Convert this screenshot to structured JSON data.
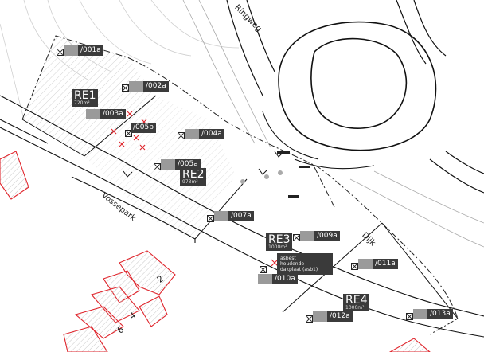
{
  "map": {
    "streets": {
      "vossepark": "Vossepark",
      "ringweg": "Ringweg",
      "dijk": "Dijk"
    },
    "zones": [
      {
        "id": "RE1",
        "name": "RE1",
        "area": "720m²"
      },
      {
        "id": "RE2",
        "name": "RE2",
        "area": "973m²"
      },
      {
        "id": "RE3",
        "name": "RE3",
        "area": "1000m²"
      },
      {
        "id": "RE4",
        "name": "RE4",
        "area": "1000m²"
      }
    ],
    "parcels": [
      {
        "id": "001a",
        "label": "/001a"
      },
      {
        "id": "002a",
        "label": "/002a"
      },
      {
        "id": "003a",
        "label": "/003a"
      },
      {
        "id": "005b",
        "label": "/005b"
      },
      {
        "id": "004a",
        "label": "/004a"
      },
      {
        "id": "005a",
        "label": "/005a"
      },
      {
        "id": "007a",
        "label": "/007a"
      },
      {
        "id": "009a",
        "label": "/009a"
      },
      {
        "id": "010a",
        "label": "/010a"
      },
      {
        "id": "011a",
        "label": "/011a"
      },
      {
        "id": "012a",
        "label": "/012a"
      },
      {
        "id": "013a",
        "label": "/013a"
      }
    ],
    "note": {
      "line1": "asbest",
      "line2": "houdende",
      "line3": "dakplaat (asb1)"
    },
    "buildings": {
      "n2": "2",
      "n4": "4",
      "n6": "6"
    },
    "colors": {
      "label_dark": "#3b3b3b",
      "label_grey": "#9a9a9a",
      "building_red": "#e0252c",
      "asbestos_red": "#e0252c"
    }
  }
}
